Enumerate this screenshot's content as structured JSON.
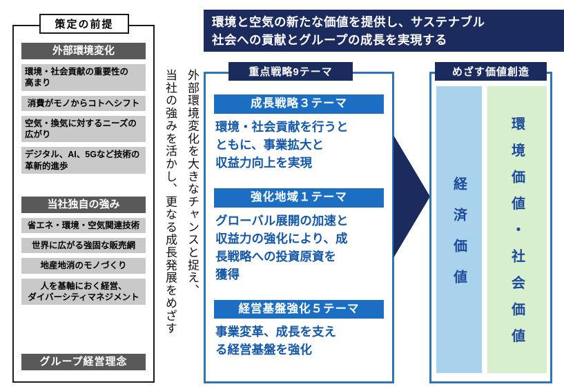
{
  "premise": {
    "title": "策定の前提",
    "external": {
      "header": "外部環境変化",
      "items": [
        "環境・社会貢献の重要性の\n高まり",
        "消費がモノからコトへシフト",
        "空気・換気に対するニーズの\n広がり",
        "デジタル、AI、5Gなど技術の\n革新的進歩"
      ]
    },
    "strengths": {
      "header": "当社独自の強み",
      "items": [
        "省エネ・環境・空気関連技術",
        "世界に広がる強固な販売網",
        "地産地消のモノづくり",
        "人を基軸におく経営、\nダイバーシティマネジメント"
      ]
    },
    "philosophy": "グループ経営理念"
  },
  "bridge": {
    "column_right": "外部環境変化を大きなチャンスと捉え、",
    "column_left": "当社の強みを活かし、更なる成長発展をめざす"
  },
  "banner": {
    "line1": "環境と空気の新たな価値を提供し、サステナブル",
    "line2": "社会への貢献とグループの成長を実現する"
  },
  "strategies": {
    "tab": "重点戦略9テーマ",
    "blocks": [
      {
        "header": "成長戦略３テーマ",
        "body": "環境・社会貢献を行うと\nともに、事業拡大と\n収益力向上を実現"
      },
      {
        "header": "強化地域１テーマ",
        "body": "グローバル展開の加速と\n収益力の強化により、成\n長戦略への投資原資を\n獲得"
      },
      {
        "header": "経営基盤強化５テーマ",
        "body": "事業変革、成長を支え\nる経営基盤を強化"
      }
    ]
  },
  "values": {
    "tab": "めざす価値創造",
    "economic": "経済価値",
    "environmental_social": "環境価値・社会価値"
  },
  "colors": {
    "navy": "#1c2b5e",
    "strategy_blue": "#1b6ec2",
    "body_text_blue": "#1457a6",
    "panel_border_blue": "#2e75b6",
    "section_gray": "#595959",
    "item_gray": "#c9c9c9",
    "economic_bar": "#a9d3ec",
    "env_social_bar": "#d7efcc"
  }
}
